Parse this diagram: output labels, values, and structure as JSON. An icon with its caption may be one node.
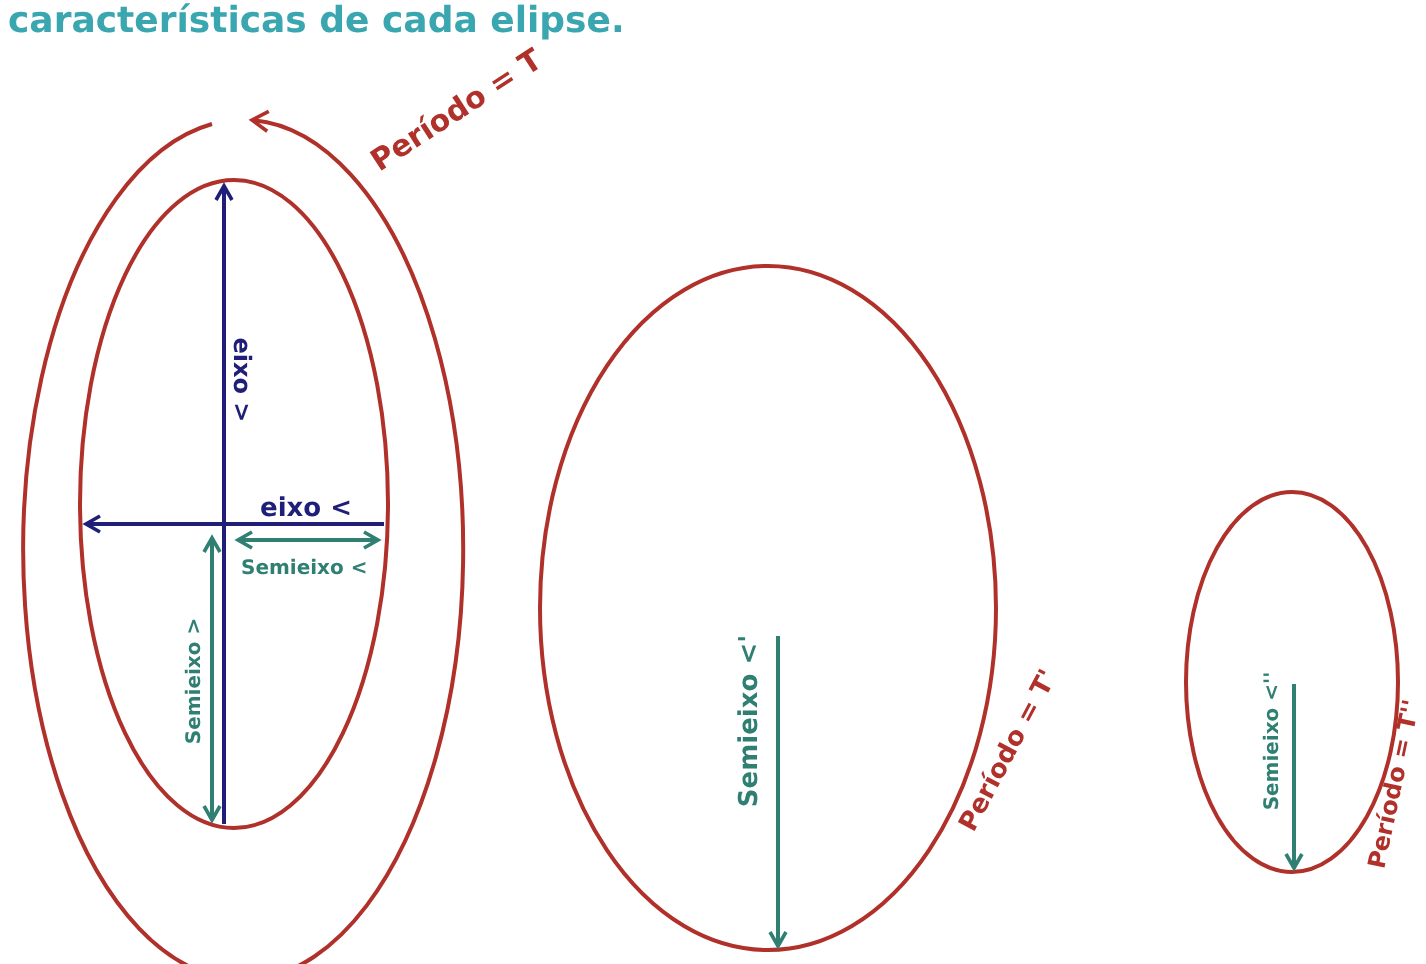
{
  "diagram": {
    "title": "características de cada elipse.",
    "labels": [
      "Período = T",
      "eixo >",
      "eixo <",
      "Semieixo <",
      "Semieixo >",
      "Semieixo <'",
      "Período = T'",
      "Semieixo <''",
      "Período = T''"
    ]
  }
}
